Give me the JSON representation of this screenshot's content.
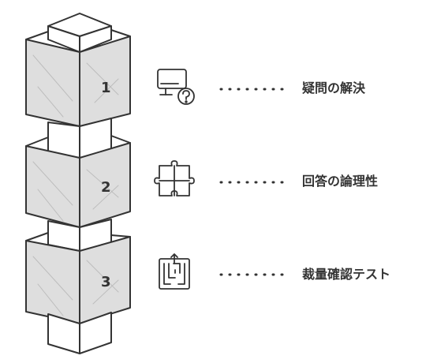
{
  "steps": [
    {
      "number": "1",
      "label": "疑問の解決",
      "icon": "monitor-question-icon"
    },
    {
      "number": "2",
      "label": "回答の論理性",
      "icon": "puzzle-icon"
    },
    {
      "number": "3",
      "label": "裁量確認テスト",
      "icon": "maze-icon"
    }
  ],
  "colors": {
    "stroke": "#333333",
    "box_face": "#dedede",
    "core_face": "#ffffff"
  }
}
